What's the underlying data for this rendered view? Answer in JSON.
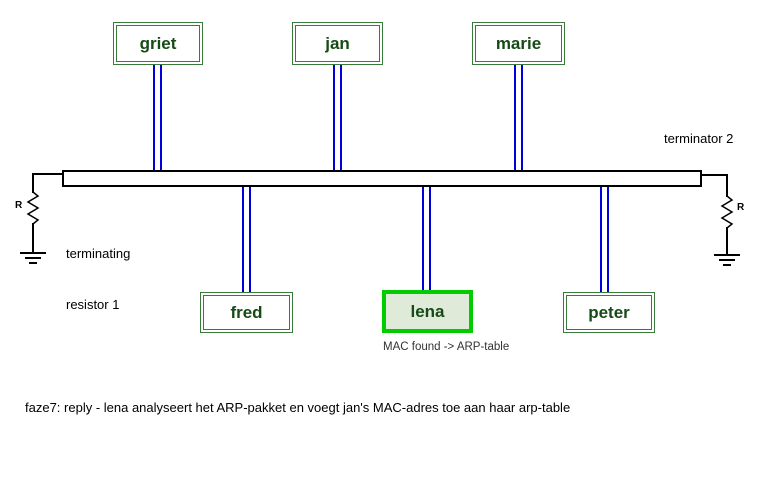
{
  "nodes": {
    "top": [
      {
        "label": "griet"
      },
      {
        "label": "jan"
      },
      {
        "label": "marie"
      }
    ],
    "bottom": [
      {
        "label": "fred"
      },
      {
        "label": "lena"
      },
      {
        "label": "peter"
      }
    ]
  },
  "labels": {
    "terminator_2": "terminator 2",
    "terminating_resistor_line1": "terminating",
    "terminating_resistor_line2": "resistor 1",
    "resistor_left": "R",
    "resistor_right": "R",
    "mac_found": "MAC found -> ARP-table",
    "caption": "faze7: reply - lena analyseert het ARP-pakket en voegt jan's MAC-adres toe aan haar arp-table"
  },
  "colors": {
    "node_border": "#3a7a3a",
    "node_text": "#164a16",
    "highlight_border": "#00cc00",
    "highlight_fill": "#dfead9",
    "wire_blue": "#0000dd",
    "wire_black": "#000000"
  }
}
